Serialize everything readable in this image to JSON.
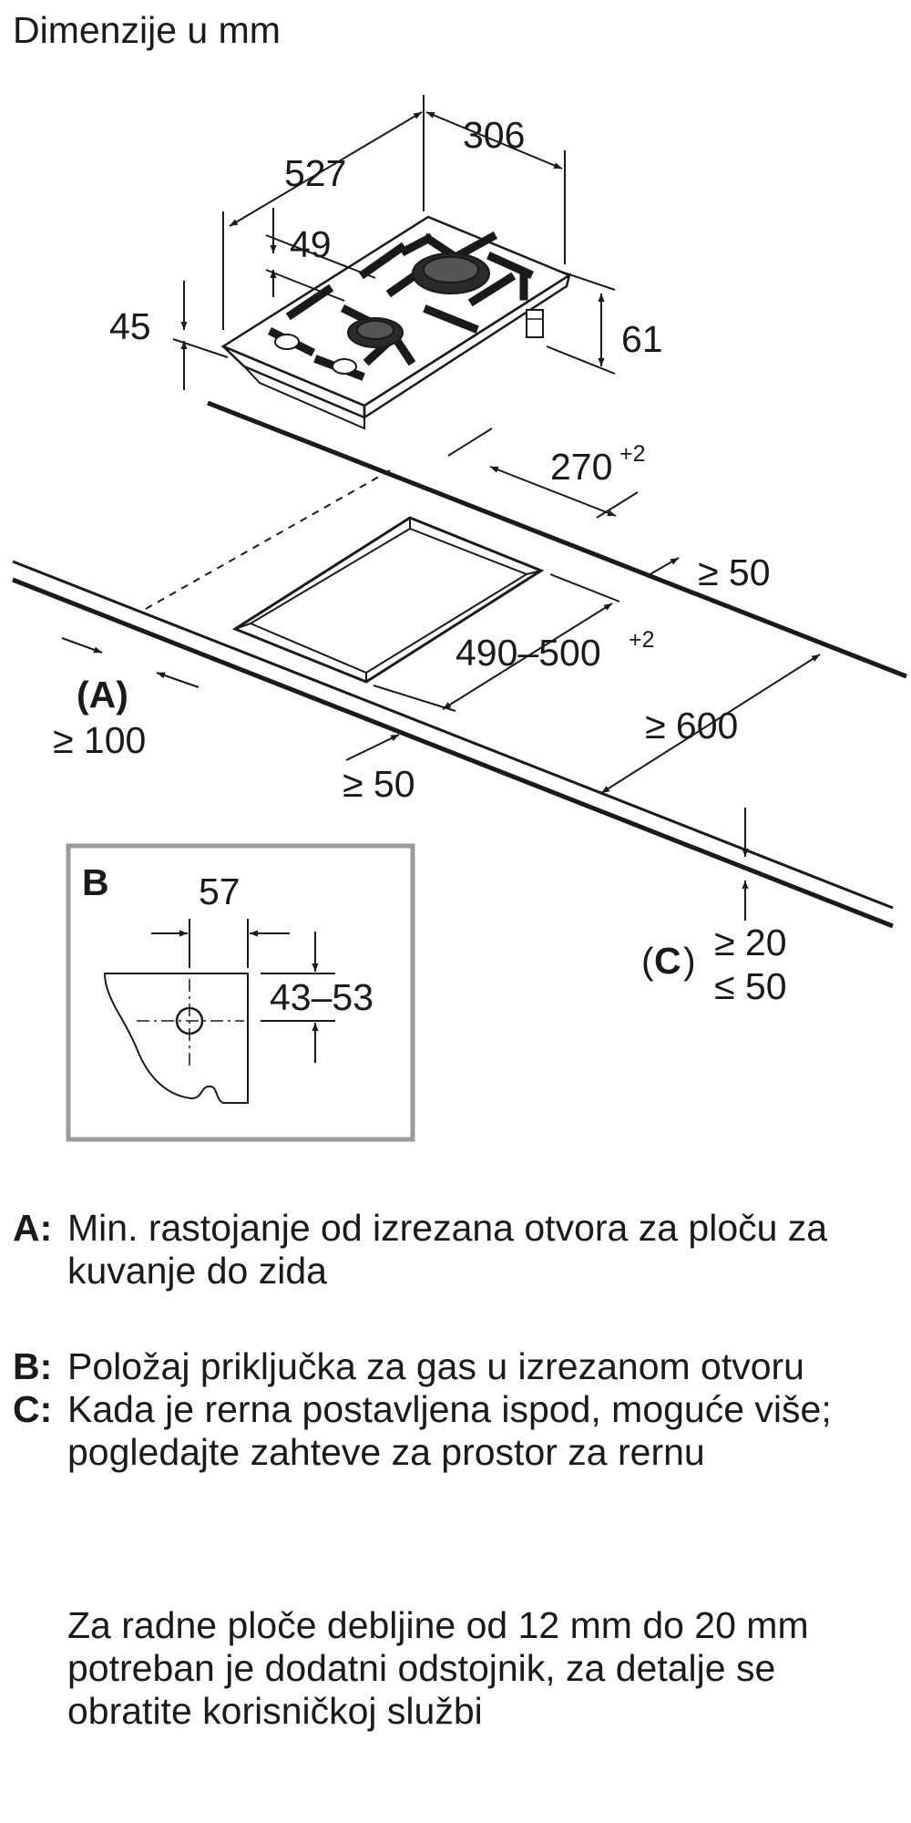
{
  "title": "Dimenzije u mm",
  "dims": {
    "width_depth": "527",
    "width": "306",
    "top_height": "49",
    "body_height": "45",
    "total_height": "61",
    "cutout_width": "270",
    "cutout_width_tol": "+2",
    "cutout_depth": "490–500",
    "cutout_depth_tol": "+2",
    "back_gap": "≥ 50",
    "side_gap": "≥ 600",
    "front_gap": "≥ 50",
    "wall_gap": "≥ 100",
    "thickness_min": "≥ 20",
    "thickness_max": "≤ 50"
  },
  "labels": {
    "a": "(A)",
    "c_open": "(",
    "c": "C",
    "c_close": ")"
  },
  "detail_b": {
    "label": "B",
    "offset_x": "57",
    "offset_y": "43–53"
  },
  "legend": [
    {
      "key": "A:",
      "text": "Min. rastojanje od izrezana otvora za ploču za kuvanje do zida"
    },
    {
      "key": "B:",
      "text": "Položaj priključka za gas u izrezanom otvoru"
    },
    {
      "key": "C:",
      "text": "Kada je rerna postavljena ispod, moguće više; pogledajte zahteve za prostor za rernu"
    }
  ],
  "note": "Za radne ploče debljine od 12 mm do 20 mm potreban je dodatni odstojnik, za detalje se obratite korisničkoj službi"
}
